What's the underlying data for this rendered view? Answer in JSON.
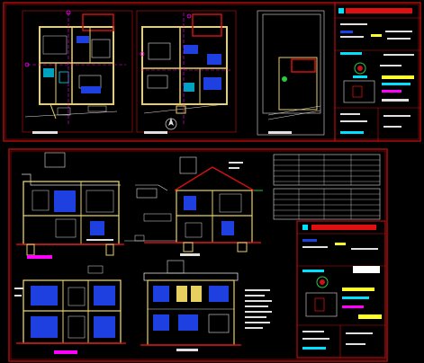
{
  "colors": {
    "background": "#000000",
    "frame": "#d01010",
    "wall": "#e8d060",
    "dim": "#ff00ff",
    "text": "#e0e0e0",
    "cyan": "#00e0ff",
    "blue": "#1e40e0",
    "green": "#20d040",
    "yellow": "#ffff30",
    "white": "#ffffff"
  },
  "sheets": [
    {
      "id": "sheet-1",
      "content": [
        "ground-floor-plan",
        "upper-floor-plan",
        "site-plan",
        "title-block"
      ]
    },
    {
      "id": "sheet-2",
      "content": [
        "section-a",
        "section-b",
        "section-c",
        "front-elevation",
        "schedule-tables",
        "title-block"
      ]
    }
  ],
  "icons": [
    "north-arrow-icon",
    "logo-icon"
  ]
}
